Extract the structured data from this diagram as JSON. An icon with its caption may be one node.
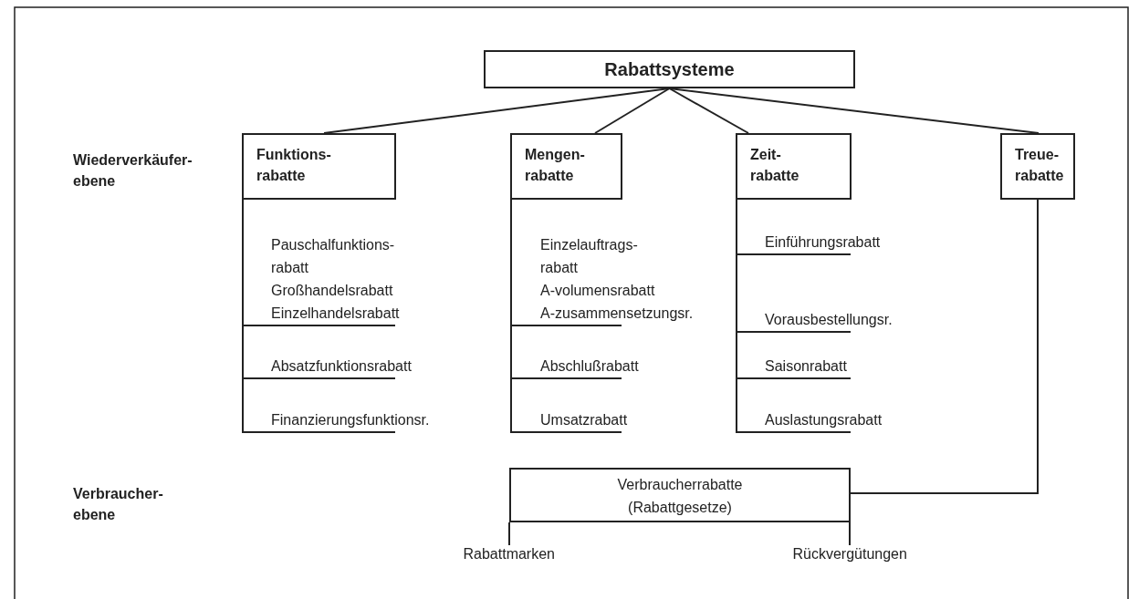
{
  "diagram": {
    "nodes": [
      {
        "text": [
          "Rabattsysteme"
        ]
      },
      {
        "text": [
          "Funktions- rabatte"
        ]
      },
      {
        "text": [
          "Mengen- rabatte"
        ]
      },
      {
        "text": [
          "Zeit- rabatte"
        ]
      },
      {
        "text": [
          "Treue- rabatte"
        ]
      },
      {
        "text": [
          "Pauschalfunktions- rabatt",
          "Großhandelsrabatt",
          "Einzelhandelsrabatt"
        ]
      },
      {
        "text": [
          "Absatzfunktionsrabatt"
        ]
      },
      {
        "text": [
          "Finanzierungsfunktionsr."
        ]
      },
      {
        "text": [
          "Einzelauftrags- rabatt",
          "A-volumensrabatt",
          "A-zusammensetzungsr."
        ]
      },
      {
        "text": [
          "Abschlußrabatt"
        ]
      },
      {
        "text": [
          "Umsatzrabatt"
        ]
      },
      {
        "text": [
          "Einführungsrabatt"
        ]
      },
      {
        "text": [
          "Vorausbestellungsr."
        ]
      },
      {
        "text": [
          "Saisonrabatt"
        ]
      },
      {
        "text": [
          "Auslastungsrabatt"
        ]
      },
      {
        "text": [
          "Verbraucherrabatte (Rabattgesetze)"
        ]
      },
      {
        "text": [
          "Rabattmarken"
        ]
      },
      {
        "text": [
          "Rückvergütungen"
        ]
      }
    ],
    "edges": [
      {
        "from": 0,
        "to": 1,
        "arrow": "none"
      },
      {
        "from": 0,
        "to": 2,
        "arrow": "none"
      },
      {
        "from": 0,
        "to": 3,
        "arrow": "none"
      },
      {
        "from": 0,
        "to": 4,
        "arrow": "none"
      },
      {
        "from": 1,
        "to": 5,
        "arrow": "none"
      },
      {
        "from": 1,
        "to": 6,
        "arrow": "none"
      },
      {
        "from": 1,
        "to": 7,
        "arrow": "none"
      },
      {
        "from": 2,
        "to": 8,
        "arrow": "none"
      },
      {
        "from": 2,
        "to": 9,
        "arrow": "none"
      },
      {
        "from": 2,
        "to": 10,
        "arrow": "none"
      },
      {
        "from": 3,
        "to": 11,
        "arrow": "none"
      },
      {
        "from": 3,
        "to": 12,
        "arrow": "none"
      },
      {
        "from": 3,
        "to": 13,
        "arrow": "none"
      },
      {
        "from": 3,
        "to": 14,
        "arrow": "none"
      },
      {
        "from": 4,
        "to": 15,
        "arrow": "none"
      },
      {
        "from": 15,
        "to": 16,
        "arrow": "none"
      },
      {
        "from": 15,
        "to": 17,
        "arrow": "none"
      }
    ],
    "labels": [
      "Wiederverkäufer- ebene",
      "Verbraucher- ebene"
    ]
  }
}
